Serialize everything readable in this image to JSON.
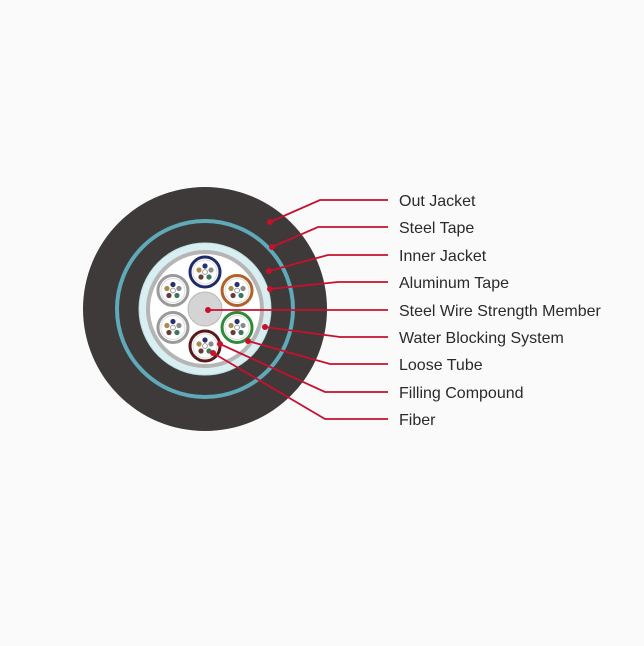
{
  "labels": [
    "Out Jacket",
    "Steel Tape",
    "Inner Jacket",
    "Aluminum Tape",
    "Steel Wire Strength Member",
    "Water Blocking System",
    "Loose Tube",
    "Filling Compound",
    "Fiber"
  ],
  "colors": {
    "outer_jacket": "#3d3a39",
    "steel_tape": "#5fa9b8",
    "leader_line": "#c8102e",
    "tubes": [
      "#1f2a6b",
      "#b0622a",
      "#2e8b3a",
      "#5a1a1a",
      "#9a9a9a",
      "#9a9a9a"
    ],
    "fiber_colors": [
      "#2a3170",
      "#a88a4a",
      "#8a8a8a",
      "#6a3a3a",
      "#3a7a5a",
      "#ffffff"
    ]
  }
}
